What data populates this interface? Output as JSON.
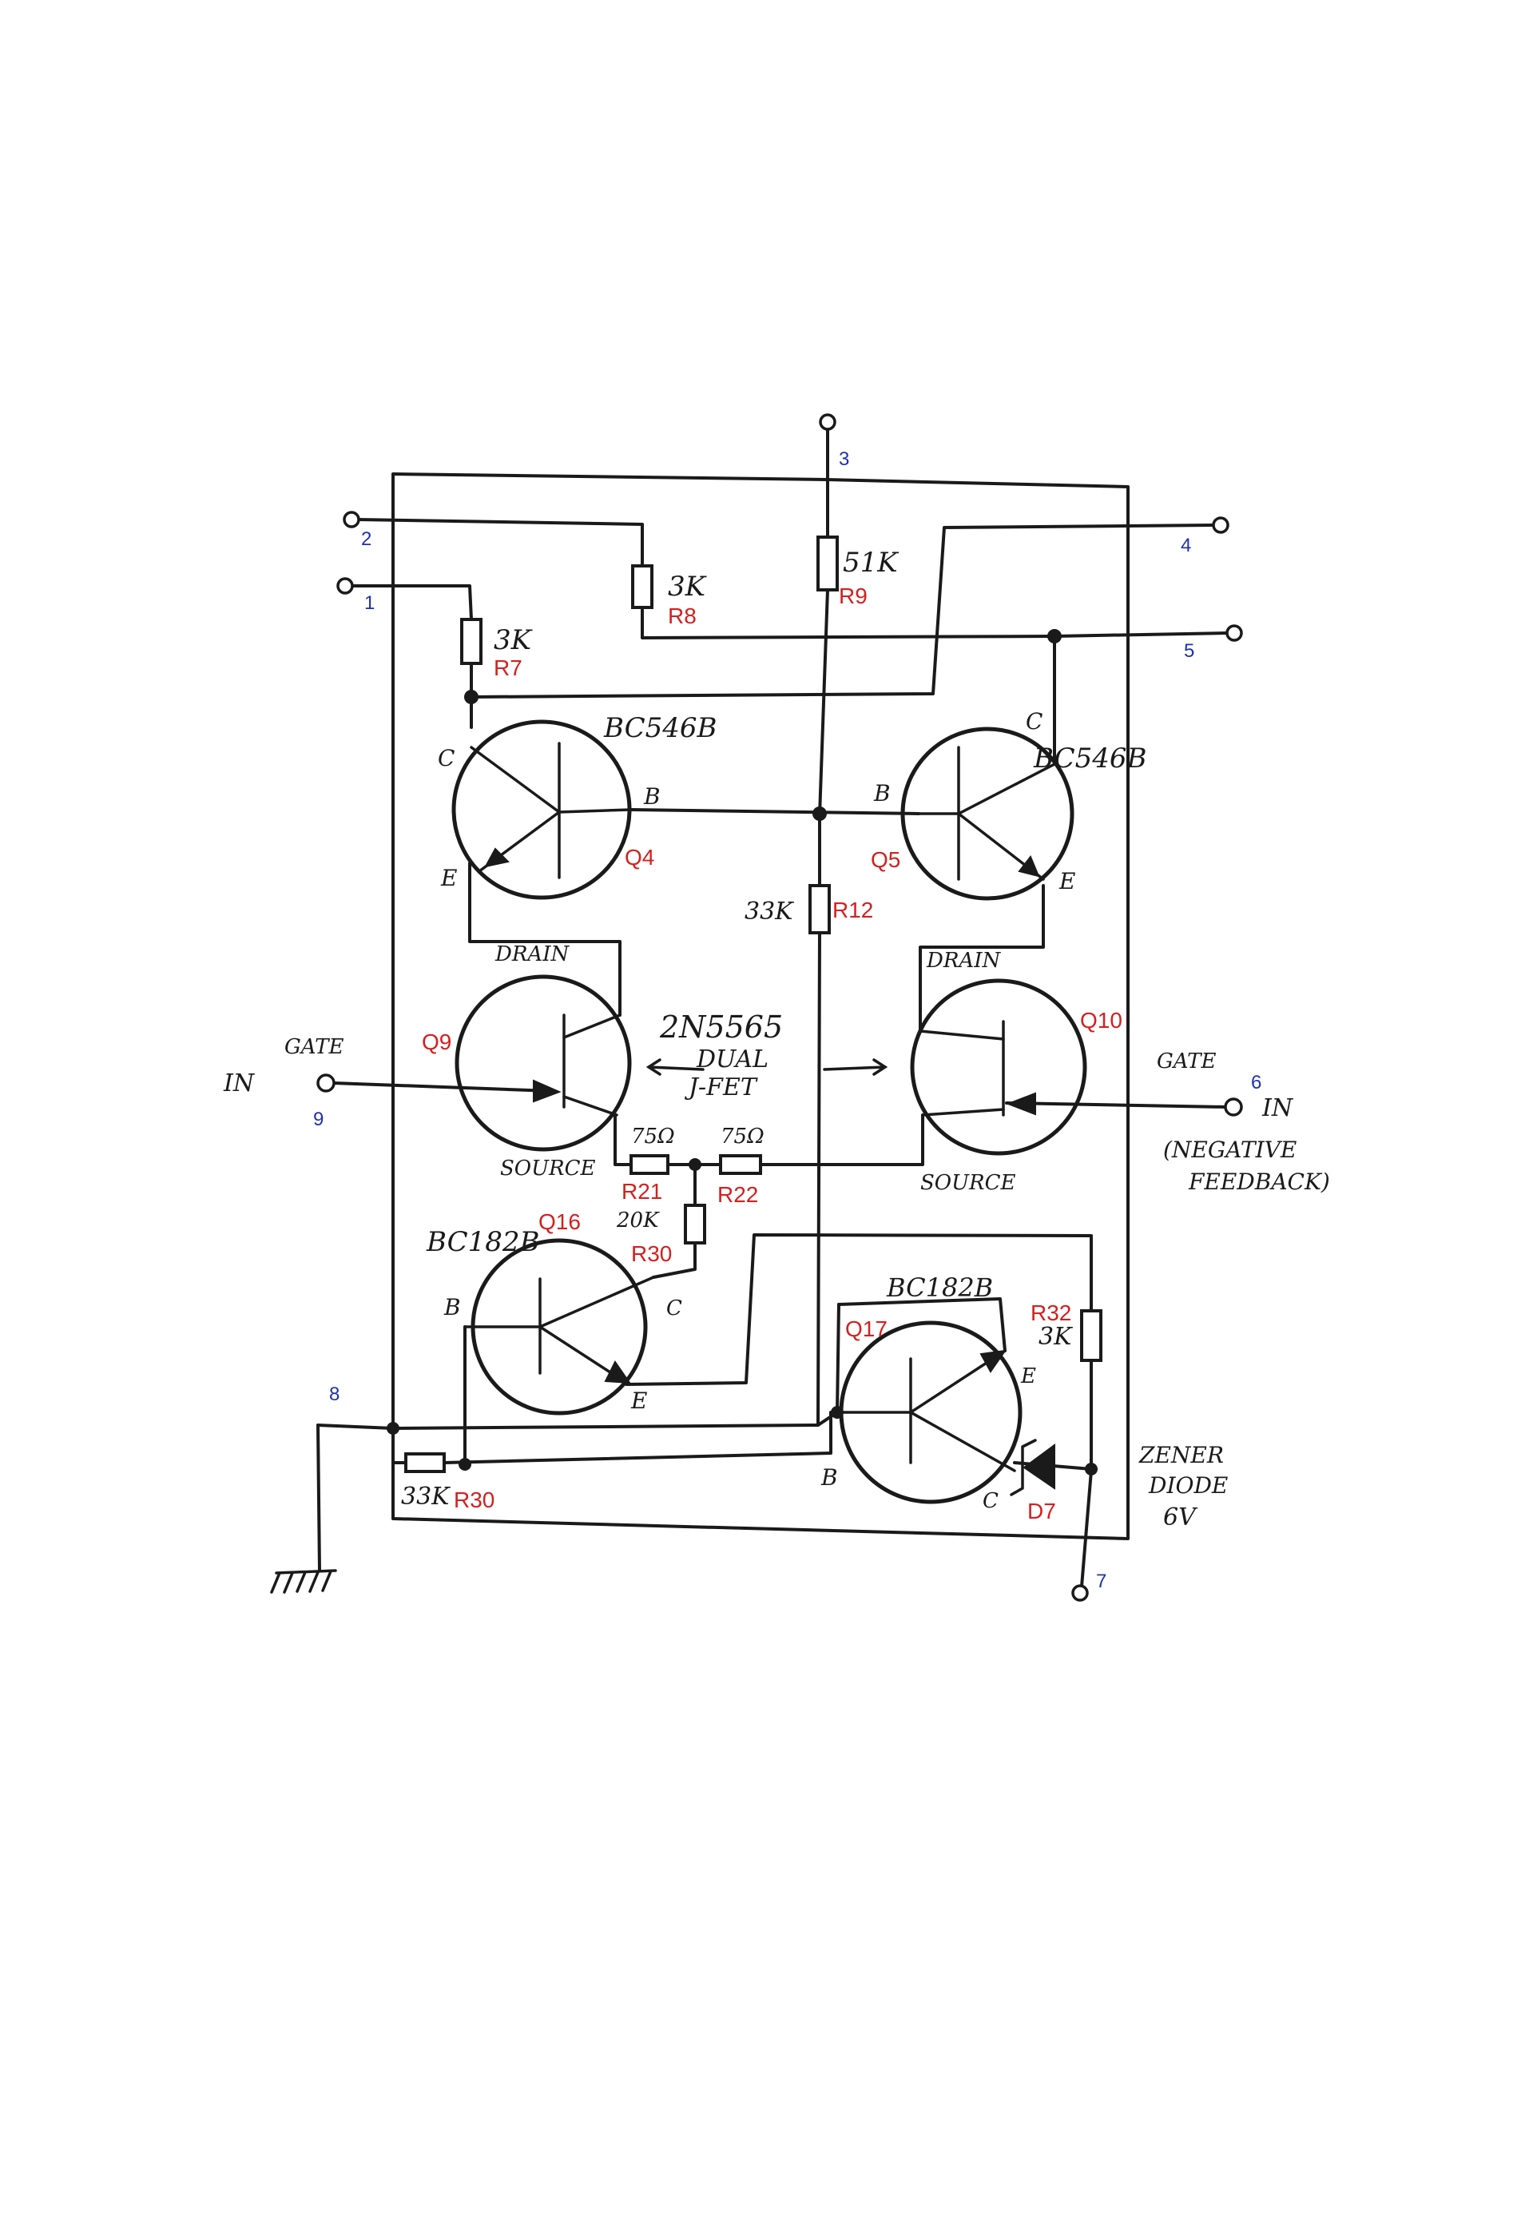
{
  "terminals": [
    {
      "id": "1",
      "label": "1"
    },
    {
      "id": "2",
      "label": "2"
    },
    {
      "id": "3",
      "label": "3"
    },
    {
      "id": "4",
      "label": "4"
    },
    {
      "id": "5",
      "label": "5"
    },
    {
      "id": "6",
      "label": "6"
    },
    {
      "id": "7",
      "label": "7"
    },
    {
      "id": "8",
      "label": "8"
    },
    {
      "id": "9",
      "label": "9"
    }
  ],
  "resistors": [
    {
      "ref": "R7",
      "value": "3K"
    },
    {
      "ref": "R8",
      "value": "3K"
    },
    {
      "ref": "R9",
      "value": "51K"
    },
    {
      "ref": "R12",
      "value": "33K"
    },
    {
      "ref": "R21",
      "value": "75Ω"
    },
    {
      "ref": "R22",
      "value": "75Ω"
    },
    {
      "ref": "R30",
      "value": "20K"
    },
    {
      "ref": "R30_b",
      "display_ref": "R30",
      "value": "33K"
    },
    {
      "ref": "R32",
      "value": "3K"
    }
  ],
  "transistors": [
    {
      "ref": "Q4",
      "part": "BC546B",
      "pins": {
        "c": "C",
        "b": "B",
        "e": "E"
      }
    },
    {
      "ref": "Q5",
      "part": "BC546B",
      "pins": {
        "c": "C",
        "b": "B",
        "e": "E"
      }
    },
    {
      "ref": "Q9",
      "part": "2N5565",
      "pins": {
        "d": "DRAIN",
        "g": "GATE",
        "s": "SOURCE"
      }
    },
    {
      "ref": "Q10",
      "part": "2N5565",
      "pins": {
        "d": "DRAIN",
        "g": "GATE",
        "s": "SOURCE"
      }
    },
    {
      "ref": "Q16",
      "part": "BC182B",
      "pins": {
        "c": "C",
        "b": "B",
        "e": "E"
      }
    },
    {
      "ref": "Q17",
      "part": "BC182B",
      "pins": {
        "c": "C",
        "b": "B",
        "e": "E"
      }
    }
  ],
  "diode": {
    "ref": "D7",
    "label_line1": "ZENER",
    "label_line2": "DIODE",
    "label_line3": "6V"
  },
  "annotations": {
    "jfet_line1": "2N5565",
    "jfet_line2": "DUAL",
    "jfet_line3": "J-FET",
    "in_left": "IN",
    "in_right": "IN",
    "feedback_line1": "(NEGATIVE",
    "feedback_line2": "FEEDBACK)"
  }
}
